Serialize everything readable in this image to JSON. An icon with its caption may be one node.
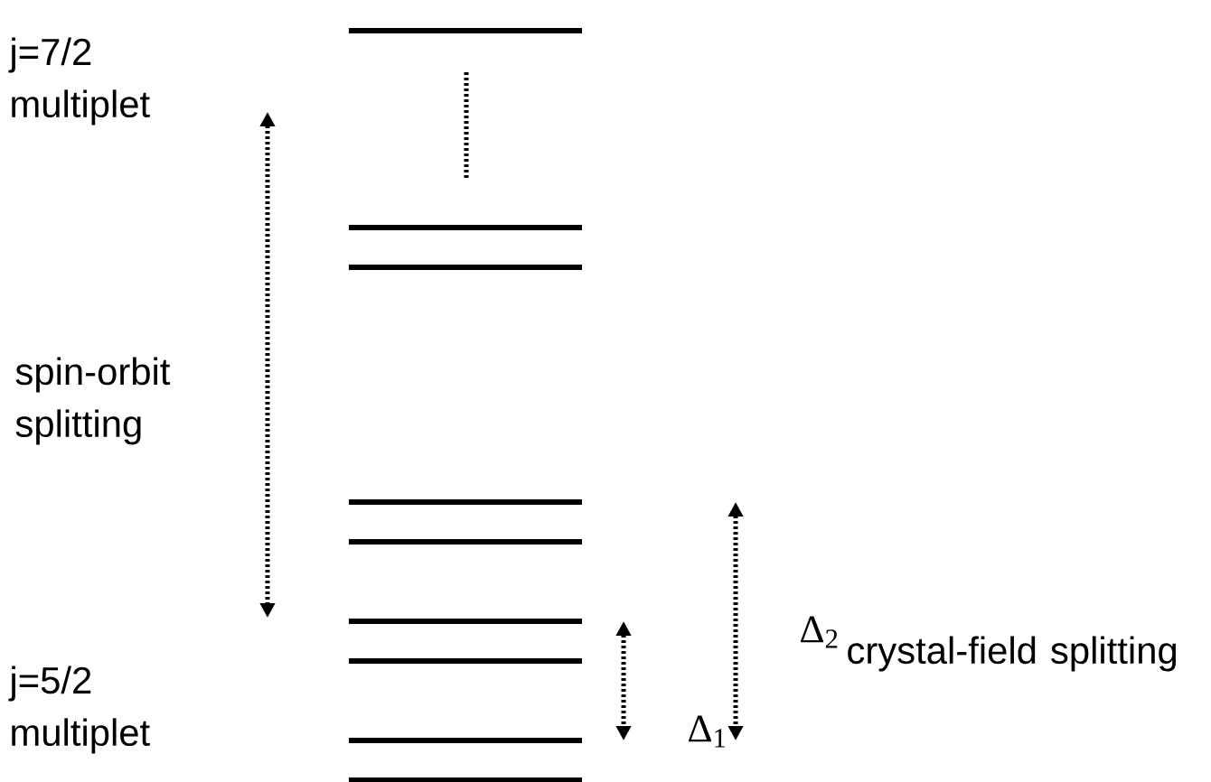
{
  "diagram": {
    "labels": [
      "j=7/2 multiplet",
      "spin-orbit splitting",
      "j=5/2 multiplet",
      "Δ$_{1}$",
      "Δ$_{2}$",
      "crystal-field splitting"
    ]
  }
}
